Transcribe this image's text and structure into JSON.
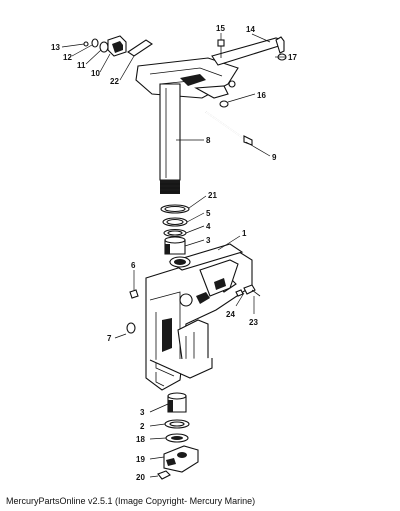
{
  "caption": "MercuryPartsOnline v2.5.1 (Image Copyright- Mercury Marine)",
  "callouts": {
    "c13": "13",
    "c12": "12",
    "c11": "11",
    "c10": "10",
    "c22": "22",
    "c15": "15",
    "c14": "14",
    "c17": "17",
    "c16": "16",
    "c8": "8",
    "c9": "9",
    "c21": "21",
    "c5": "5",
    "c4": "4",
    "c3a": "3",
    "c1": "1",
    "c6": "6",
    "c24": "24",
    "c23": "23",
    "c7": "7",
    "c3b": "3",
    "c2": "2",
    "c18": "18",
    "c19": "19",
    "c20": "20"
  }
}
